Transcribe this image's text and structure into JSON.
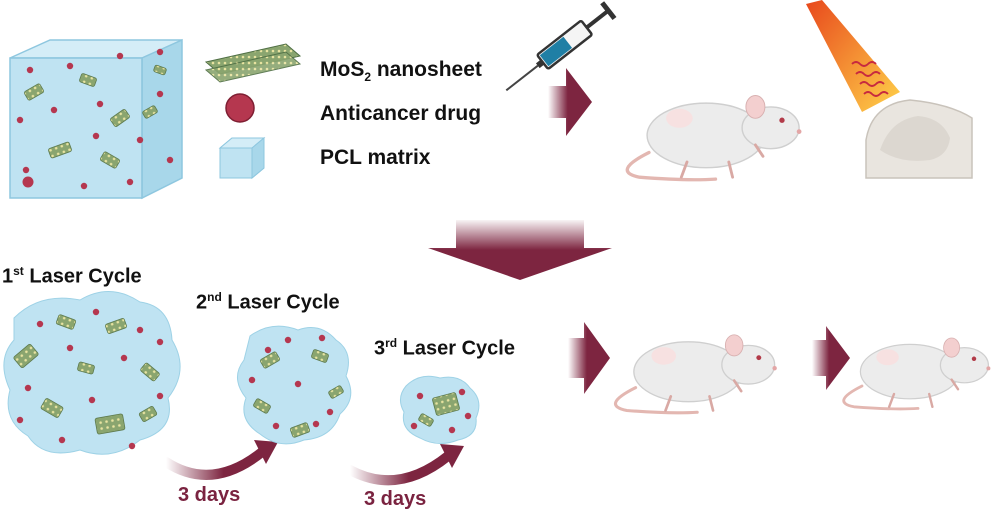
{
  "legend": {
    "nanosheet": {
      "prefix": "MoS",
      "sub": "2",
      "suffix": " nanosheet"
    },
    "drug": "Anticancer drug",
    "matrix": "PCL matrix"
  },
  "cycles": [
    {
      "num": "1",
      "sup": "st",
      "text": " Laser Cycle"
    },
    {
      "num": "2",
      "sup": "nd",
      "text": " Laser Cycle"
    },
    {
      "num": "3",
      "sup": "rd",
      "text": " Laser Cycle"
    }
  ],
  "intervals": [
    "3 days",
    "3 days"
  ],
  "colors": {
    "matrix": "#bfe3f2",
    "matrix_edge": "#8ec7df",
    "drug": "#b5374f",
    "arrow": "#7d2540",
    "sheet": "#6f8f5e",
    "mouse": "#ececec",
    "tumor": "#f3cfcf"
  },
  "icons": [
    "syringe-icon",
    "laser-beam-icon",
    "mouse-icon"
  ]
}
